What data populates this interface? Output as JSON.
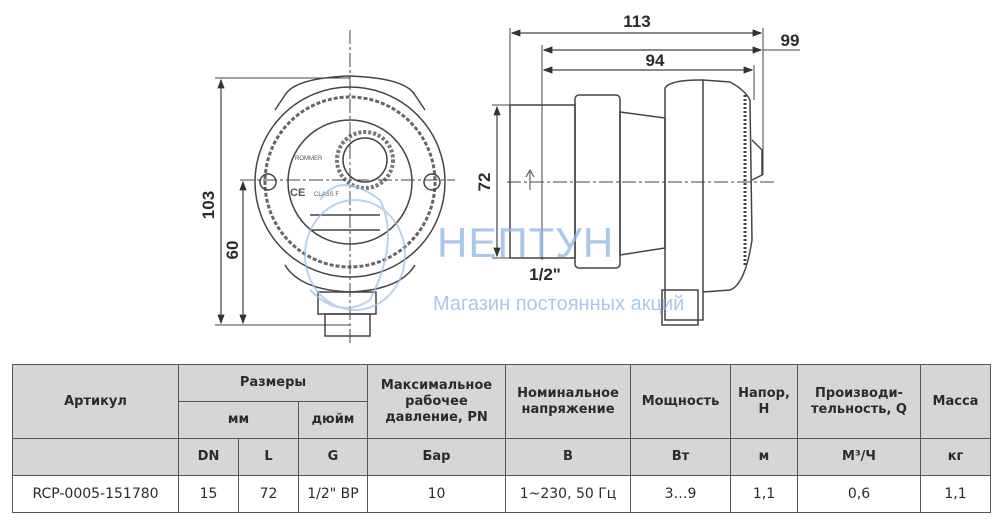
{
  "drawing": {
    "front_view": {
      "dim_height_total": "103",
      "dim_height_axis": "60",
      "plate_brand": "ROMMER",
      "plate_ce": "CE",
      "plate_class": "CLASS F"
    },
    "side_view": {
      "dim_length_total": "113",
      "dim_length_99": "99",
      "dim_length_94": "94",
      "dim_port_height": "72",
      "dim_thread": "1/2\""
    }
  },
  "watermark": {
    "name": "НЕПТУН",
    "slogan": "Магазин постоянных акций"
  },
  "table": {
    "headers": {
      "article": "Артикул",
      "sizes": "Размеры",
      "mm": "мм",
      "inch": "дюйм",
      "pressure": "Максимальное рабочее давление, PN",
      "voltage": "Номинальное напряжение",
      "power": "Мощность",
      "head": "Напор, H",
      "flow": "Производи-тельность, Q",
      "mass": "Масса"
    },
    "units": {
      "dn": "DN",
      "l": "L",
      "g": "G",
      "pressure": "Бар",
      "voltage": "В",
      "power": "Вт",
      "head": "м",
      "flow": "М³/Ч",
      "mass": "кг"
    },
    "rows": [
      {
        "article": "RCP-0005-151780",
        "dn": "15",
        "l": "72",
        "g": "1/2\" ВР",
        "pressure": "10",
        "voltage": "1~230, 50 Гц",
        "power": "3…9",
        "head": "1,1",
        "flow": "0,6",
        "mass": "1,1"
      }
    ]
  }
}
